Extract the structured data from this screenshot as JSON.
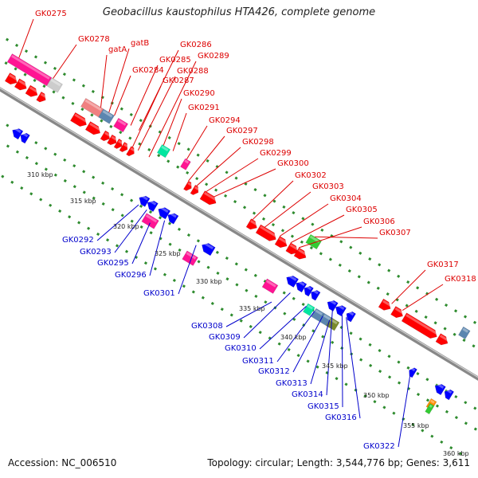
{
  "title": "Geobacillus kaustophilus HTA426, complete genome",
  "footer": {
    "accession": "Accession: NC_006510",
    "summary": "Topology: circular; Length: 3,544,776 bp; Genes: 3,611"
  },
  "colors": {
    "forward_label": "#dd0000",
    "reverse_label": "#0000cc",
    "backbone": "#888888",
    "dots": "#2e8b2e",
    "forward_gene": "#ff0000",
    "reverse_gene": "#0000ff",
    "rna_magenta": "#ff1493",
    "pink": "#f08080",
    "steel": "#5b86b0",
    "aqua": "#00e6a0",
    "green": "#33cc33",
    "olive": "#7a8a2a",
    "grey": "#cccccc",
    "orange": "#ff8c00"
  },
  "ticks": [
    "310 kbp",
    "315 kbp",
    "320 kbp",
    "325 kbp",
    "330 kbp",
    "335 kbp",
    "340 kbp",
    "345 kbp",
    "350 kbp",
    "355 kbp",
    "360 kbp"
  ],
  "forward_labels": [
    "GK0275",
    "GK0278",
    "gatA",
    "gatB",
    "GK0284",
    "GK0285",
    "GK0286",
    "GK0287",
    "GK0288",
    "GK0289",
    "GK0290",
    "GK0291",
    "GK0294",
    "GK0297",
    "GK0298",
    "GK0299",
    "GK0300",
    "GK0302",
    "GK0303",
    "GK0304",
    "GK0305",
    "GK0306",
    "GK0307",
    "GK0317",
    "GK0318"
  ],
  "reverse_labels": [
    "GK0292",
    "GK0293",
    "GK0295",
    "GK0296",
    "GK0301",
    "GK0308",
    "GK0309",
    "GK0310",
    "GK0311",
    "GK0312",
    "GK0313",
    "GK0314",
    "GK0315",
    "GK0316",
    "GK0322"
  ]
}
